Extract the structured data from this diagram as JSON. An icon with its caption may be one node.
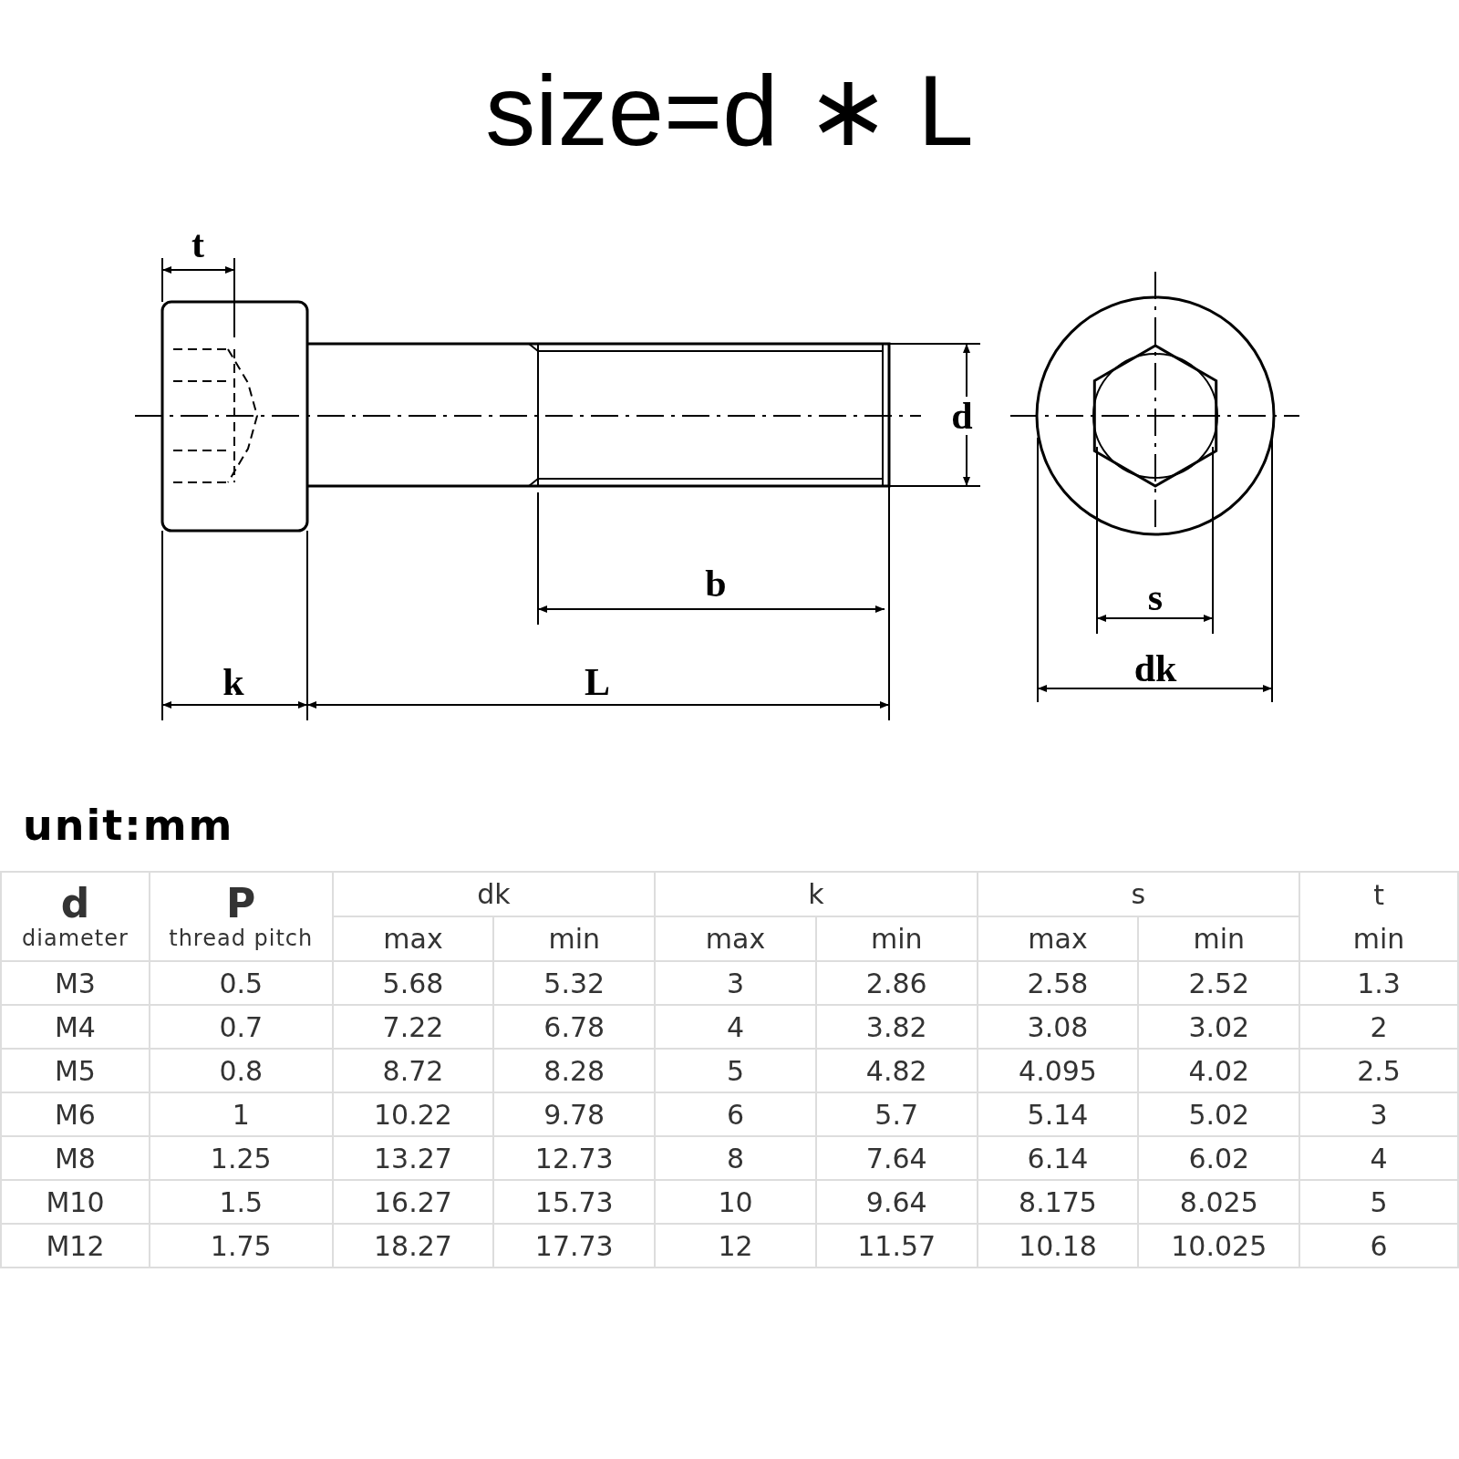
{
  "diagram": {
    "title": "size=d ∗ L",
    "labels": [
      "t",
      "d",
      "b",
      "k",
      "L",
      "s",
      "dk",
      "unit:mm",
      "d",
      "diameter",
      "P",
      "thread pitch",
      "dk",
      "k",
      "s",
      "t",
      "max",
      "min",
      "max",
      "min",
      "max",
      "min",
      "min",
      "M3",
      "0.5",
      "5.68",
      "5.32",
      "3",
      "2.86",
      "2.58",
      "2.52",
      "1.3",
      "M4",
      "0.7",
      "7.22",
      "6.78",
      "4",
      "3.82",
      "3.08",
      "3.02",
      "2",
      "M5",
      "0.8",
      "8.72",
      "8.28",
      "5",
      "4.82",
      "4.095",
      "4.02",
      "2.5",
      "M6",
      "1",
      "10.22",
      "9.78",
      "6",
      "5.7",
      "5.14",
      "5.02",
      "3",
      "M8",
      "1.25",
      "13.27",
      "12.73",
      "8",
      "7.64",
      "6.14",
      "6.02",
      "4",
      "M10",
      "1.5",
      "16.27",
      "15.73",
      "10",
      "9.64",
      "8.175",
      "8.025",
      "5",
      "M12",
      "1.75",
      "18.27",
      "17.73",
      "12",
      "11.57",
      "10.18",
      "10.025",
      "6"
    ]
  }
}
